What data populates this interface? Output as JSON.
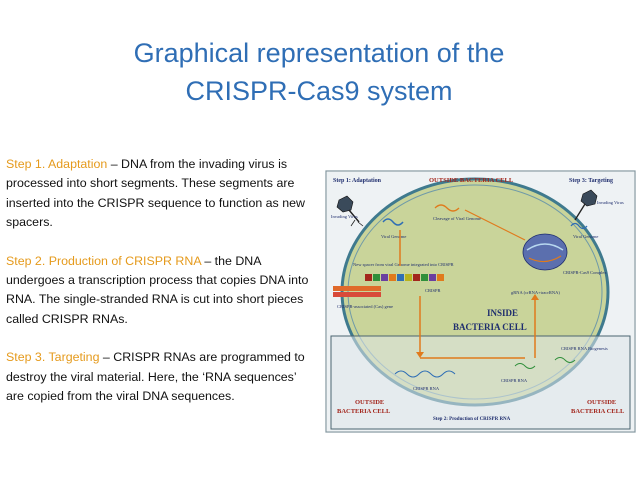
{
  "slide": {
    "title_line1": "Graphical representation of the",
    "title_line2": "CRISPR-Cas9 system"
  },
  "steps": [
    {
      "name": "Step 1. Adaptation",
      "text": " – DNA from the invading virus is processed into short segments. These segments are inserted into the CRISPR sequence to function as new spacers."
    },
    {
      "name": "Step 2. Production of CRISPR RNA",
      "text": " – the DNA undergoes a transcription process that copies DNA into RNA. The single-stranded RNA is cut into short pieces called CRISPR RNAs."
    },
    {
      "name": "Step 3. Targeting",
      "text": " – CRISPR RNAs are programmed to destroy the viral material. Here, the ‘RNA sequences’ are copied from the viral DNA sequences."
    }
  ],
  "diagram": {
    "step1": "Step 1: Adaptation",
    "outside_top": "OUTSIDE BACTERIA CELL",
    "step3": "Step 3: Targeting",
    "invading_virus_left": "Invading Virus",
    "viral_genome_left": "Viral Genome",
    "cleavage": "Cleavage of Viral Genome",
    "invading_virus_right": "Invading Virus",
    "viral_genome_right": "Viral Genome",
    "new_spacer": "New spacer from viral Genome integrated into CRISPR",
    "crispr": "CRISPR",
    "cas9_complex": "CRISPR-Cas9 Complex",
    "cas_gene": "CRISPR-associated (Cas) gene",
    "grna": "gRNA (crRNA+tracrRNA)",
    "inside_line1": "INSIDE",
    "inside_line2": "BACTERIA CELL",
    "crispr_rna_biogenesis": "CRISPR RNA Biogenesis",
    "crispr_rna_mid": "CRISPR RNA",
    "crispr_rna_low": "CRISPR RNA",
    "outside_left_1": "OUTSIDE",
    "outside_left_2": "BACTERIA CELL",
    "outside_right_1": "OUTSIDE",
    "outside_right_2": "BACTERIA CELL",
    "step2": "Step 2: Production of CRISPR RNA"
  },
  "colors": {
    "title": "#2f6eb5",
    "step_name": "#e59a1c",
    "cell_fill": "#c9d49a",
    "cell_border": "#3f7a8e",
    "label_red": "#a3261c",
    "label_navy": "#1f2e6e"
  }
}
